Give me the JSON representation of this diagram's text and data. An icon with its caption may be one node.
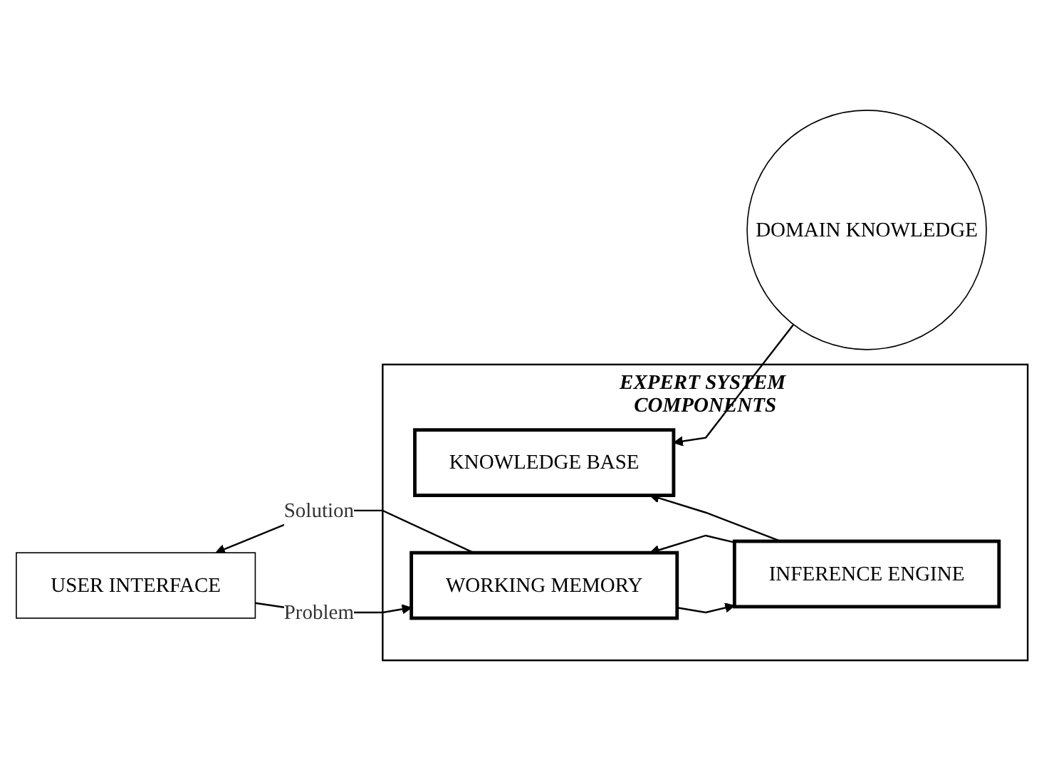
{
  "diagram": {
    "nodes": [
      {
        "text": [
          "EXPERT SYSTEM COMPONENTS"
        ]
      },
      {
        "text": [
          "KNOWLEDGE BASE"
        ],
        "in": 0
      },
      {
        "text": [
          "INFERENCE ENGINE"
        ],
        "in": 0
      },
      {
        "text": [
          "WORKING MEMORY"
        ],
        "in": 0
      },
      {
        "text": [
          "DOMAIN KNOWLEDGE"
        ]
      },
      {
        "text": [
          "USER INTERFACE"
        ]
      }
    ],
    "edges": [
      {
        "from": 4,
        "to": 1,
        "arrow": "to"
      },
      {
        "from": 2,
        "to": 1,
        "arrow": "to"
      },
      {
        "from": 2,
        "to": 3,
        "arrow": "to"
      },
      {
        "from": 3,
        "to": 2,
        "arrow": "to"
      },
      {
        "from": 5,
        "to": 3,
        "arrow": "to",
        "label": "Problem"
      },
      {
        "from": 3,
        "to": 5,
        "arrow": "to",
        "label": "Solution"
      }
    ]
  }
}
